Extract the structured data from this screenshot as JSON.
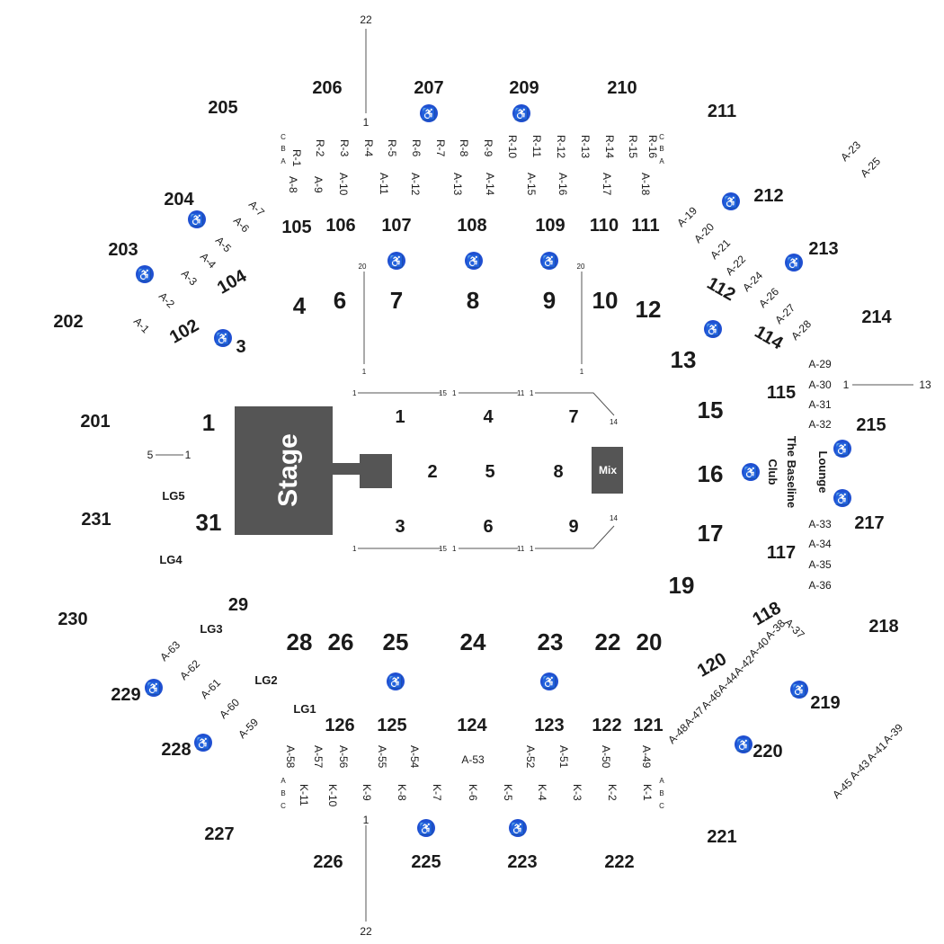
{
  "map": {
    "stage_label": "Stage",
    "mix_label": "Mix",
    "lounge_label": "Lounge",
    "club_label_1": "The Baseline",
    "club_label_2": "Club",
    "wheelchair_icon": "wheelchair-icon",
    "colors": {
      "stage": "#555555",
      "accessible": "#1f4fd1",
      "text": "#1a1a1a"
    },
    "upper_sections": [
      "201",
      "202",
      "203",
      "204",
      "205",
      "206",
      "207",
      "209",
      "210",
      "211",
      "212",
      "213",
      "214",
      "215",
      "217",
      "218",
      "219",
      "220",
      "221",
      "222",
      "223",
      "225",
      "226",
      "227",
      "228",
      "229",
      "230",
      "231"
    ],
    "lower_sections": [
      "102",
      "104",
      "105",
      "106",
      "107",
      "108",
      "109",
      "110",
      "111",
      "112",
      "114",
      "115",
      "117",
      "118",
      "120",
      "121",
      "122",
      "123",
      "124",
      "125",
      "126"
    ],
    "floor_sections": [
      "1",
      "2",
      "3",
      "4",
      "5",
      "6",
      "7",
      "8",
      "9"
    ],
    "plaza_sections": [
      "1",
      "3",
      "4",
      "6",
      "7",
      "8",
      "9",
      "10",
      "12",
      "13",
      "15",
      "16",
      "17",
      "19",
      "20",
      "22",
      "23",
      "24",
      "25",
      "26",
      "28",
      "29",
      "31"
    ],
    "lodge_labels": [
      "LG1",
      "LG2",
      "LG3",
      "LG4",
      "LG5"
    ],
    "boxes_top_a": [
      "A-8",
      "A-9",
      "A-10",
      "A-11",
      "A-12",
      "A-13",
      "A-14",
      "A-15",
      "A-16",
      "A-17",
      "A-18"
    ],
    "boxes_bottom_a": [
      "A-58",
      "A-57",
      "A-56",
      "A-55",
      "A-54",
      "A-53",
      "A-52",
      "A-51",
      "A-50",
      "A-49"
    ],
    "boxes_left_a": [
      "A-1",
      "A-2",
      "A-3",
      "A-4",
      "A-5",
      "A-6",
      "A-7"
    ],
    "boxes_right_a": [
      "A-19",
      "A-20",
      "A-21",
      "A-22",
      "A-24",
      "A-26",
      "A-27",
      "A-28"
    ],
    "boxes_far_right_top": [
      "A-23",
      "A-25"
    ],
    "boxes_east_a": [
      "A-29",
      "A-30",
      "A-31",
      "A-32",
      "A-33",
      "A-34",
      "A-35",
      "A-36"
    ],
    "boxes_se_a": [
      "A-37",
      "A-38",
      "A-40",
      "A-42",
      "A-44",
      "A-46",
      "A-47",
      "A-48"
    ],
    "boxes_far_se": [
      "A-39",
      "A-41",
      "A-43",
      "A-45"
    ],
    "boxes_sw_a": [
      "A-59",
      "A-60",
      "A-61",
      "A-62",
      "A-63"
    ],
    "rows_r": [
      "R-1",
      "R-2",
      "R-3",
      "R-4",
      "R-5",
      "R-6",
      "R-7",
      "R-8",
      "R-9",
      "R-10",
      "R-11",
      "R-12",
      "R-13",
      "R-14",
      "R-15",
      "R-16"
    ],
    "rows_k": [
      "K-11",
      "K-10",
      "K-9",
      "K-8",
      "K-7",
      "K-6",
      "K-5",
      "K-4",
      "K-3",
      "K-2",
      "K-1"
    ],
    "row_letters": [
      "C",
      "B",
      "A"
    ],
    "row_letters_bottom": [
      "A",
      "B",
      "C"
    ],
    "seat_numbers": {
      "n22": "22",
      "n1": "1",
      "n20": "20",
      "n15": "15",
      "n11": "11",
      "n14": "14",
      "n5": "5",
      "n13": "13"
    }
  }
}
